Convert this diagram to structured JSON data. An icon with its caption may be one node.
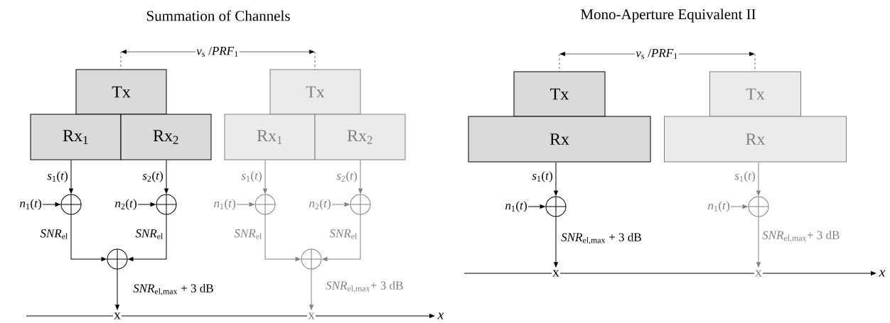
{
  "diagram": {
    "nodes": [
      {
        "text": [
          "Tx"
        ]
      },
      {
        "text": [
          "Rx$_{1}$"
        ]
      },
      {
        "text": [
          "Rx$_{2}$"
        ]
      },
      {
        "text": [],
        "shape": "circle"
      },
      {
        "text": [],
        "shape": "circle"
      },
      {
        "text": [
          "*n*$_{1}$(*t*)"
        ]
      },
      {
        "text": [
          "*n*$_{2}$(*t*)"
        ]
      },
      {
        "text": [],
        "shape": "circle"
      },
      {
        "text": [
          "x"
        ]
      },
      {
        "text": [
          "Tx"
        ]
      },
      {
        "text": [
          "Rx$_{1}$"
        ]
      },
      {
        "text": [
          "Rx$_{2}$"
        ]
      },
      {
        "text": [],
        "shape": "circle"
      },
      {
        "text": [],
        "shape": "circle"
      },
      {
        "text": [
          "*n*$_{1}$(*t*)"
        ]
      },
      {
        "text": [
          "*n*$_{2}$(*t*)"
        ]
      },
      {
        "text": [],
        "shape": "circle"
      },
      {
        "text": [
          "x"
        ]
      },
      {
        "text": [
          "Tx"
        ]
      },
      {
        "text": [
          "Rx"
        ]
      },
      {
        "text": [],
        "shape": "circle"
      },
      {
        "text": [
          "*n*$_{1}$(*t*)"
        ]
      },
      {
        "text": [
          "x"
        ]
      },
      {
        "text": [
          "Tx"
        ]
      },
      {
        "text": [
          "Rx"
        ]
      },
      {
        "text": [],
        "shape": "circle"
      },
      {
        "text": [
          "*n*$_{1}$(*t*)"
        ]
      },
      {
        "text": [
          "x"
        ]
      }
    ],
    "edges": [
      {
        "from": 1,
        "to": 3,
        "arrow": "to",
        "label": "*s*$_{1}$(*t*)"
      },
      {
        "from": 2,
        "to": 4,
        "arrow": "to",
        "label": "*s*$_{2}$(*t*)"
      },
      {
        "from": 5,
        "to": 3,
        "arrow": "to"
      },
      {
        "from": 6,
        "to": 4,
        "arrow": "to"
      },
      {
        "from": 3,
        "to": 7,
        "arrow": "to",
        "label": "*SNR*$_{el}$"
      },
      {
        "from": 4,
        "to": 7,
        "arrow": "to",
        "label": "*SNR*$_{el}$"
      },
      {
        "from": 7,
        "to": 8,
        "arrow": "to",
        "label": "*SNR*$_{el,max}$ + 3 dB"
      },
      {
        "from": 10,
        "to": 12,
        "arrow": "to",
        "label": "*s*$_{1}$(*t*)",
        "color": "#808080"
      },
      {
        "from": 11,
        "to": 13,
        "arrow": "to",
        "label": "*s*$_{2}$(*t*)",
        "color": "#808080"
      },
      {
        "from": 14,
        "to": 12,
        "arrow": "to",
        "color": "#808080"
      },
      {
        "from": 15,
        "to": 13,
        "arrow": "to",
        "color": "#808080"
      },
      {
        "from": 12,
        "to": 16,
        "arrow": "to",
        "label": "*SNR*$_{el}$",
        "color": "#808080"
      },
      {
        "from": 13,
        "to": 16,
        "arrow": "to",
        "label": "*SNR*$_{el}$",
        "color": "#808080"
      },
      {
        "from": 16,
        "to": 17,
        "arrow": "to",
        "label": "*SNR*$_{el,max}$+ 3 dB",
        "color": "#808080"
      },
      {
        "from": 19,
        "to": 20,
        "arrow": "to",
        "label": "*s*$_{1}$(*t*)"
      },
      {
        "from": 21,
        "to": 20,
        "arrow": "to"
      },
      {
        "from": 20,
        "to": 22,
        "arrow": "to",
        "label": "*SNR*$_{el,max}$ + 3 dB"
      },
      {
        "from": 24,
        "to": 25,
        "arrow": "to",
        "label": "*s*$_{1}$(*t*)",
        "color": "#808080"
      },
      {
        "from": 26,
        "to": 25,
        "arrow": "to",
        "color": "#808080"
      },
      {
        "from": 25,
        "to": 27,
        "arrow": "to",
        "label": "*SNR*$_{el,max}$+ 3 dB",
        "color": "#808080"
      }
    ],
    "labels": [
      "Summation of Channels",
      "*v*$_{s}$ /*PRF*$_{1}$",
      "x",
      "Mono-Aperture Equivalent II",
      "*v*$_{s}$ /*PRF*$_{1}$",
      "x"
    ]
  }
}
